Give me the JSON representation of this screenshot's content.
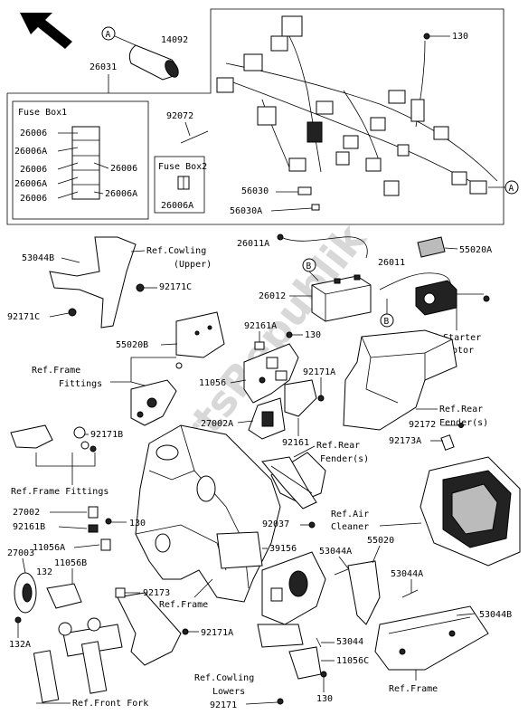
{
  "watermark": "PartsRepublik",
  "callouts": {
    "a1": "A",
    "a2": "A",
    "b1": "B",
    "b2": "B"
  },
  "fuse_box1": {
    "title": "Fuse Box1",
    "rows": [
      "26006",
      "26006A",
      "26006",
      "26006A",
      "26006"
    ],
    "right": [
      "26006",
      "26006A"
    ]
  },
  "fuse_box2": {
    "title": "Fuse Box2",
    "part": "26006A"
  },
  "labels": {
    "p14092": "14092",
    "p26031": "26031",
    "p130_top": "130",
    "p92072": "92072",
    "p56030": "56030",
    "p56030A": "56030A",
    "p53044B_top": "53044B",
    "ref_cowling_upper_1": "Ref.Cowling",
    "ref_cowling_upper_2": "(Upper)",
    "p92171C_r": "92171C",
    "p92171C_l": "92171C",
    "p26011A": "26011A",
    "p55020A": "55020A",
    "p26011": "26011",
    "p26012": "26012",
    "p55020B": "55020B",
    "p92161A": "92161A",
    "p130_mid": "130",
    "ref_frame_fittings_1a": "Ref.Frame",
    "ref_frame_fittings_1b": "Fittings",
    "p11056": "11056",
    "p92171A_mid": "92171A",
    "ref_starter_1": "Ref.Starter",
    "ref_starter_2": "Motor",
    "ref_rear_fender_1a": "Ref.Rear",
    "ref_rear_fender_1b": "Fender(s)",
    "p27002A": "27002A",
    "p92161": "92161",
    "p92171B": "92171B",
    "ref_frame_fittings_2": "Ref.Frame Fittings",
    "p92172": "92172",
    "p92173A": "92173A",
    "ref_rear_fender_2a": "Ref.Rear",
    "ref_rear_fender_2b": "Fender(s)",
    "p27002": "27002",
    "p92161B": "92161B",
    "p130_low": "130",
    "ref_air_1": "Ref.Air",
    "ref_air_2": "Cleaner",
    "p11056A": "11056A",
    "p27003": "27003",
    "p132": "132",
    "p11056B": "11056B",
    "p92037": "92037",
    "p39156": "39156",
    "p53044A_1": "53044A",
    "p55020": "55020",
    "p53044A_2": "53044A",
    "p132A": "132A",
    "p92173": "92173",
    "ref_frame_1": "Ref.Frame",
    "p92171A_low": "92171A",
    "p53044B_low": "53044B",
    "p53044": "53044",
    "p11056C": "11056C",
    "ref_cowling_lowers_1": "Ref.Cowling",
    "ref_cowling_lowers_2": "Lowers",
    "ref_front_fork": "Ref.Front Fork",
    "p92171": "92171",
    "p130_bottom": "130",
    "ref_frame_2": "Ref.Frame"
  }
}
